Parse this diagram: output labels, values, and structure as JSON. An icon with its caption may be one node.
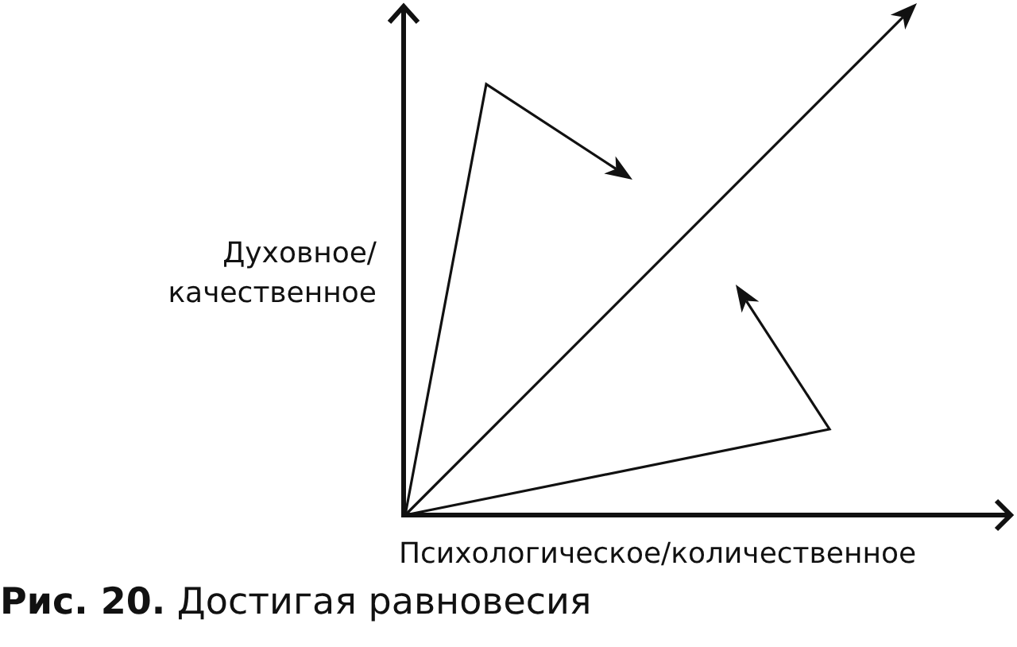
{
  "diagram": {
    "caption": "**Рис. 20.** Достигая равновесия",
    "labels": [
      "Духовное/ качественное",
      "Психологическое/количественное"
    ]
  }
}
